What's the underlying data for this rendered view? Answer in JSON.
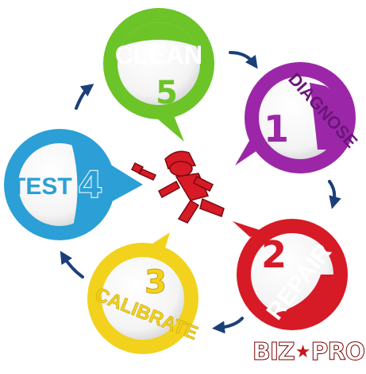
{
  "steps": [
    {
      "number": "1",
      "label": "DIAGNOSE",
      "color": "#9b27a8",
      "dark": "#6a1579"
    },
    {
      "number": "2",
      "label": "REPAIR",
      "color": "#d61a26",
      "dark": "#951016"
    },
    {
      "number": "3",
      "label": "CALIBRATE",
      "color": "#f2d21c",
      "dark": "#c9a10a"
    },
    {
      "number": "4",
      "label": "TEST",
      "color": "#2b9fd6",
      "dark": "#1a6f9e"
    },
    {
      "number": "5",
      "label": "CLEAN",
      "color": "#6cc428",
      "dark": "#3f8d12"
    }
  ],
  "center_icon": "repair-worker-with-wrench-icon",
  "arrow_color": "#1c3f7a",
  "logo": {
    "left": "BIZ",
    "right": "PRO",
    "color": "#c9141c"
  }
}
